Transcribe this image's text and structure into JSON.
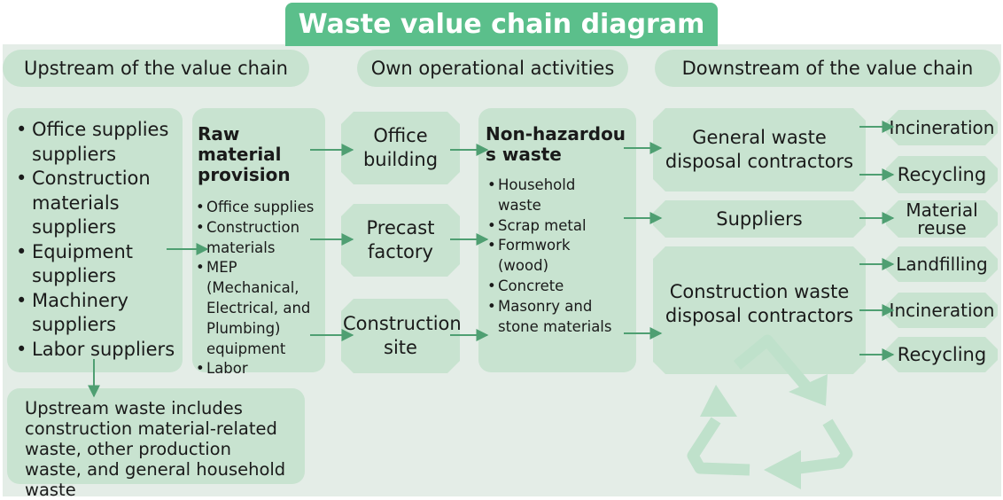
{
  "title": "Waste value chain diagram",
  "sections": {
    "upstream": "Upstream of the value chain",
    "own": "Own operational activities",
    "downstream": "Downstream of the value chain"
  },
  "upstream_suppliers": [
    "Office supplies suppliers",
    "Construction materials suppliers",
    "Equipment suppliers",
    "Machinery suppliers",
    "Labor suppliers"
  ],
  "upstream_waste_note": "Upstream waste includes construction material-related waste, other production waste, and general household waste",
  "raw_material": {
    "heading": "Raw material provision",
    "items": [
      "Office supplies",
      "Construction materials",
      "MEP (Mechanical, Electrical, and Plumbing) equipment",
      "Labor"
    ]
  },
  "operations": {
    "office": "Office building",
    "precast": "Precast factory",
    "site": "Construction site"
  },
  "non_hazardous": {
    "heading": "Non-hazardous waste",
    "items": [
      "Household waste",
      "Scrap metal",
      "Formwork (wood)",
      "Concrete",
      "Masonry and stone materials"
    ]
  },
  "downstream": {
    "general": "General waste disposal contractors",
    "suppliers": "Suppliers",
    "construction": "Construction waste disposal contractors"
  },
  "outcomes": {
    "general": [
      "Incineration",
      "Recycling"
    ],
    "suppliers": [
      "Material reuse"
    ],
    "construction": [
      "Landfilling",
      "Incineration",
      "Recycling"
    ]
  },
  "colors": {
    "title_bg": "#5bbf8b",
    "panel_bg": "#e4ede7",
    "box_bg": "#c8e3d0",
    "arrow": "#4f9f72",
    "recycle_icon": "#bfe1cb"
  },
  "icons": {
    "recycle": "recycle-icon"
  }
}
